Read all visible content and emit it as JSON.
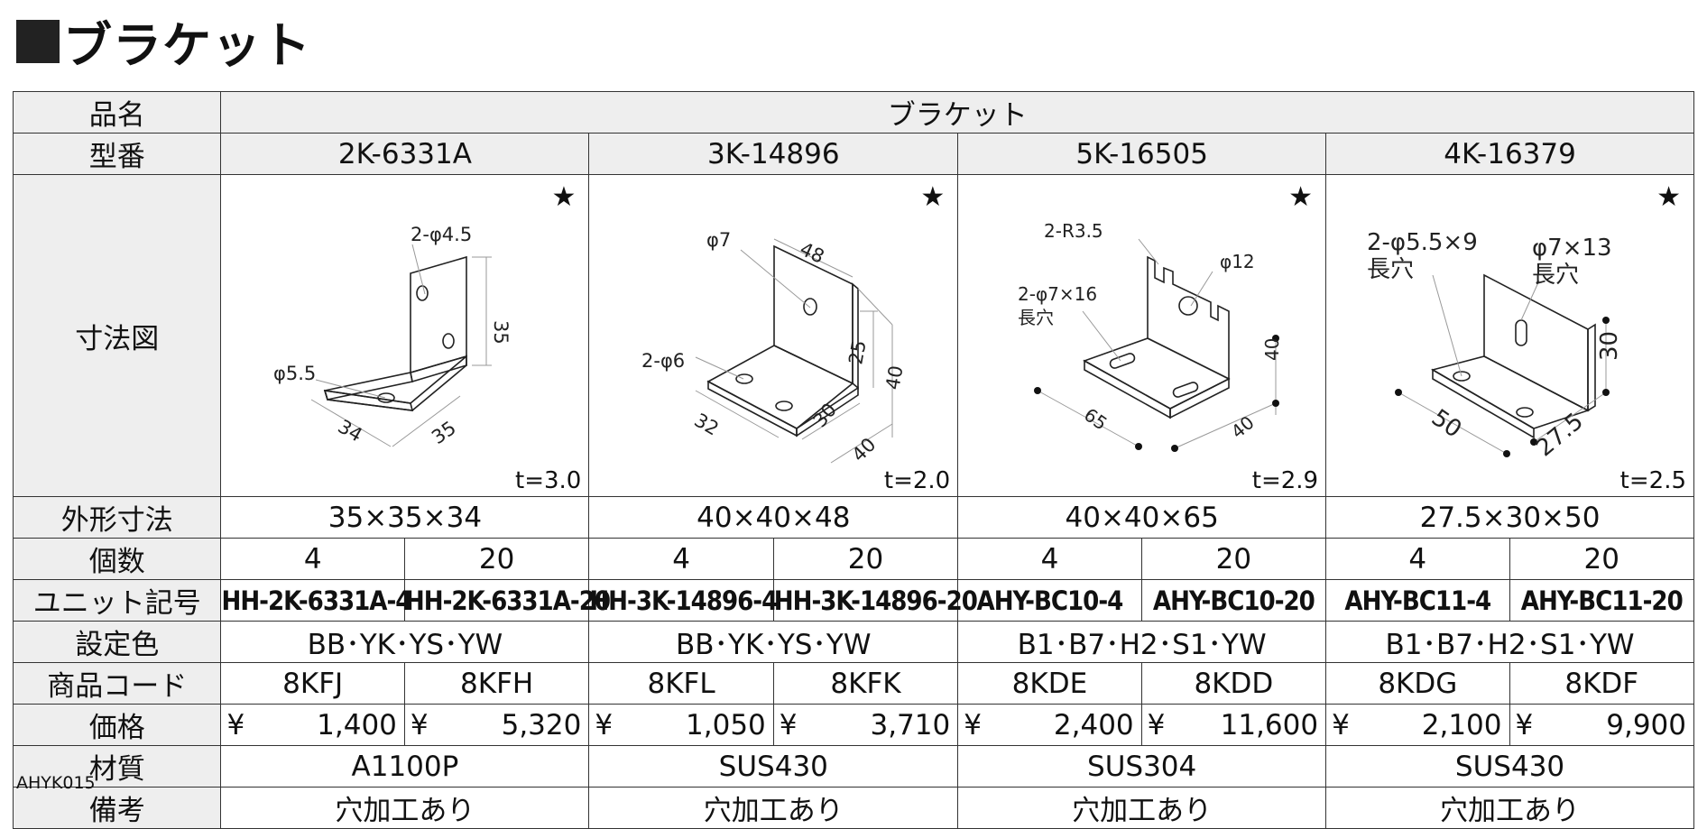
{
  "title": "ブラケット",
  "labels": {
    "name": "品名",
    "model": "型番",
    "drawing": "寸法図",
    "outer": "外形寸法",
    "qty": "個数",
    "unit": "ユニット記号",
    "color": "設定色",
    "code": "商品コード",
    "price": "価格",
    "material": "材質",
    "note": "備考"
  },
  "product_name": "ブラケット",
  "products": [
    {
      "model": "2K-6331A",
      "star": "★",
      "thickness": "t=3.0",
      "dims": [
        "2-φ4.5",
        "φ5.5",
        "35",
        "34",
        "35"
      ],
      "outer": "35×35×34",
      "qty": [
        "4",
        "20"
      ],
      "unit": [
        "HH-2K-6331A-4",
        "HH-2K-6331A-20"
      ],
      "color": "BB･YK･YS･YW",
      "code": [
        "8KFJ",
        "8KFH"
      ],
      "price": [
        [
          "¥",
          "1,400"
        ],
        [
          "¥",
          "5,320"
        ]
      ],
      "material": "A1100P",
      "note": "穴加工あり"
    },
    {
      "model": "3K-14896",
      "star": "★",
      "thickness": "t=2.0",
      "dims": [
        "φ7",
        "48",
        "2-φ6",
        "25",
        "40",
        "30",
        "32",
        "40"
      ],
      "outer": "40×40×48",
      "qty": [
        "4",
        "20"
      ],
      "unit": [
        "HH-3K-14896-4",
        "HH-3K-14896-20"
      ],
      "color": "BB･YK･YS･YW",
      "code": [
        "8KFL",
        "8KFK"
      ],
      "price": [
        [
          "¥",
          "1,050"
        ],
        [
          "¥",
          "3,710"
        ]
      ],
      "material": "SUS430",
      "note": "穴加工あり"
    },
    {
      "model": "5K-16505",
      "star": "★",
      "thickness": "t=2.9",
      "dims": [
        "2-R3.5",
        "φ12",
        "2-φ7×16",
        "長穴",
        "40",
        "65",
        "40"
      ],
      "outer": "40×40×65",
      "qty": [
        "4",
        "20"
      ],
      "unit": [
        "AHY-BC10-4",
        "AHY-BC10-20"
      ],
      "color": "B1･B7･H2･S1･YW",
      "code": [
        "8KDE",
        "8KDD"
      ],
      "price": [
        [
          "¥",
          "2,400"
        ],
        [
          "¥",
          "11,600"
        ]
      ],
      "material": "SUS304",
      "note": "穴加工あり"
    },
    {
      "model": "4K-16379",
      "star": "★",
      "thickness": "t=2.5",
      "dims": [
        "2-φ5.5×9",
        "長穴",
        "φ7×13",
        "長穴",
        "30",
        "50",
        "27.5"
      ],
      "outer": "27.5×30×50",
      "qty": [
        "4",
        "20"
      ],
      "unit": [
        "AHY-BC11-4",
        "AHY-BC11-20"
      ],
      "color": "B1･B7･H2･S1･YW",
      "code": [
        "8KDG",
        "8KDF"
      ],
      "price": [
        [
          "¥",
          "2,100"
        ],
        [
          "¥",
          "9,900"
        ]
      ],
      "material": "SUS430",
      "note": "穴加工あり"
    }
  ],
  "doc_code": "AHYK015"
}
